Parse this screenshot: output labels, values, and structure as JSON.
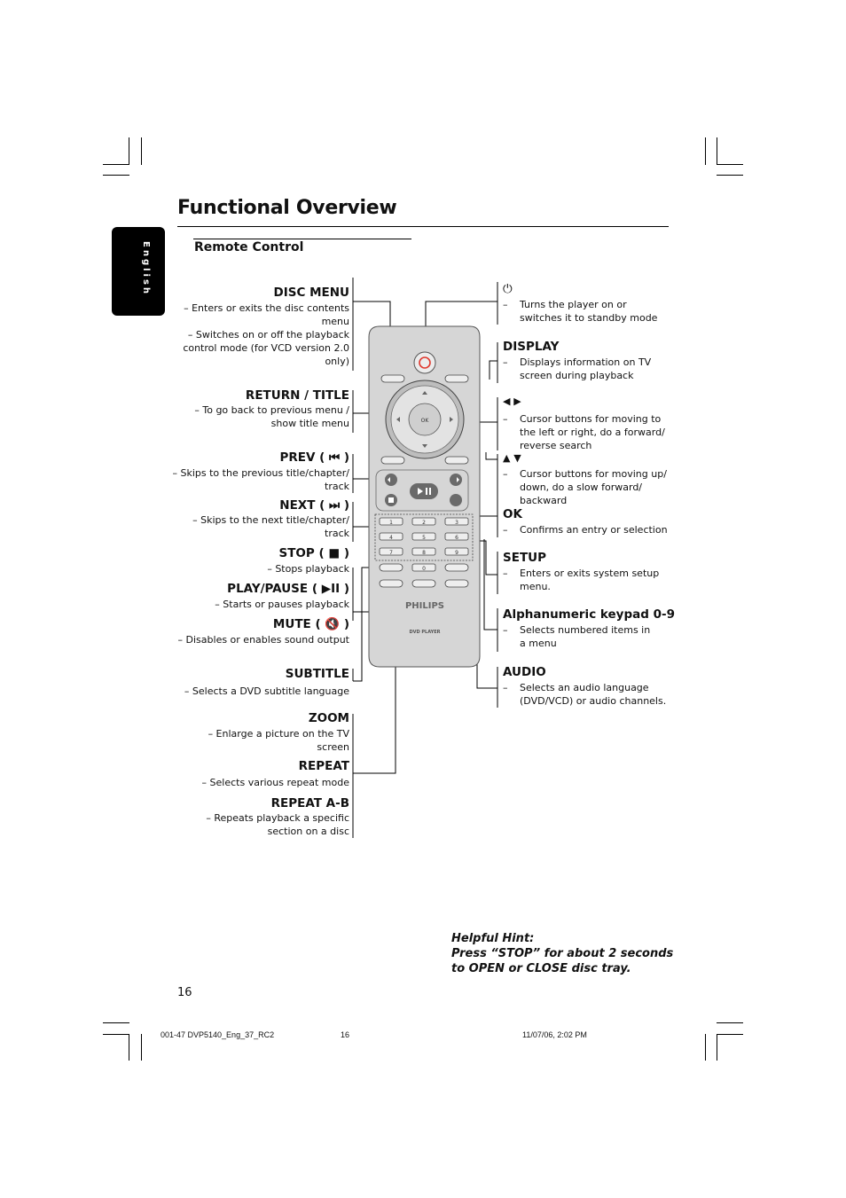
{
  "page": {
    "title": "Functional Overview",
    "section": "Remote Control",
    "side_tab": "English",
    "page_number": "16"
  },
  "left_items": [
    {
      "label": "DISC MENU",
      "desc": [
        "– Enters or exits the disc contents menu",
        "– Switches on or off the playback control mode (for VCD version 2.0 only)"
      ]
    },
    {
      "label": "RETURN / TITLE",
      "desc": [
        "– To go back to previous menu / show  title menu"
      ]
    },
    {
      "label": "PREV ( ⏮ )",
      "desc": [
        "– Skips to the previous title/chapter/ track"
      ]
    },
    {
      "label": "NEXT ( ⏭ )",
      "desc": [
        "– Skips to the next title/chapter/ track"
      ]
    },
    {
      "label": "STOP ( ■ )",
      "desc": [
        "– Stops playback"
      ]
    },
    {
      "label": "PLAY/PAUSE ( ▶II )",
      "desc": [
        "– Starts or pauses playback"
      ]
    },
    {
      "label": "MUTE ( 🔇 )",
      "desc": [
        "– Disables or enables sound output"
      ]
    },
    {
      "label": "SUBTITLE",
      "desc": [
        "– Selects a DVD subtitle language"
      ]
    },
    {
      "label": "ZOOM",
      "desc": [
        "–  Enlarge a picture on the TV screen"
      ]
    },
    {
      "label": "REPEAT",
      "desc": [
        "– Selects various repeat mode"
      ]
    },
    {
      "label": "REPEAT A-B",
      "desc": [
        "– Repeats playback a specific section on a disc"
      ]
    }
  ],
  "right_items": [
    {
      "label": "⏻",
      "desc": "Turns the player on or switches it to standby mode"
    },
    {
      "label": "DISPLAY",
      "desc": "Displays information on TV screen during playback"
    },
    {
      "label": "◀  ▶",
      "desc": "Cursor buttons for moving to the left or right, do a forward/ reverse search"
    },
    {
      "label": "▲  ▼",
      "desc": "Cursor buttons for moving up/ down, do a slow forward/ backward"
    },
    {
      "label": "OK",
      "desc": "Confirms an entry or selection"
    },
    {
      "label": "SETUP",
      "desc": "Enters or exits system setup menu."
    },
    {
      "label": "Alphanumeric keypad 0-9",
      "desc": "Selects numbered items in a menu"
    },
    {
      "label": "AUDIO",
      "desc": "Selects an audio language (DVD/VCD) or audio channels."
    }
  ],
  "remote": {
    "buttons": {
      "disc_menu": "DISC MENU",
      "display": "DISPLAY",
      "ok": "OK",
      "return_title": "RETURN TITLE",
      "setup": "SETUP",
      "prev": "PREV",
      "next": "NEXT",
      "play_pause": "PLAY/PAUSE",
      "stop": "STOP",
      "mute": "MUTE",
      "subtitle": "SUBTITLE",
      "audio": "AUDIO",
      "zoom": "ZOOM",
      "repeat": "REPEAT",
      "repeat_ab": "REPEAT A-B"
    },
    "keys": [
      "1",
      "2",
      "3",
      "4",
      "5",
      "6",
      "7",
      "8",
      "9",
      "0"
    ],
    "brand": "PHILIPS",
    "model": "DVD PLAYER"
  },
  "hint": {
    "title": "Helpful Hint:",
    "text": "Press “STOP”  for about 2 seconds to OPEN or CLOSE disc tray."
  },
  "footer": {
    "file": "001-47 DVP5140_Eng_37_RC2",
    "page": "16",
    "date": "11/07/06, 2:02 PM"
  },
  "colors": {
    "remote_body": "#d6d6d6",
    "power_button": "#e0392e"
  }
}
